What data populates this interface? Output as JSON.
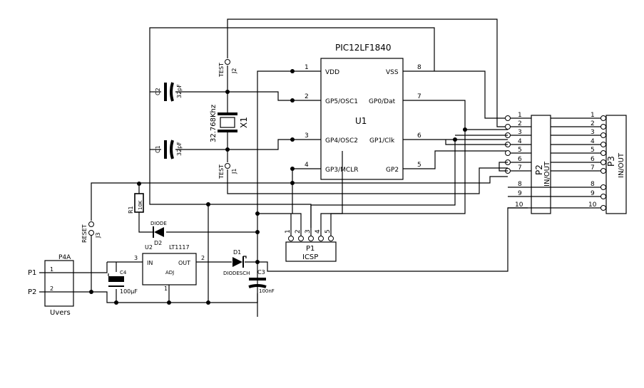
{
  "u1": {
    "name": "PIC12LF1840",
    "ref": "U1",
    "left_pins": [
      {
        "num": "1",
        "label": "VDD"
      },
      {
        "num": "2",
        "label": "GP5/OSC1"
      },
      {
        "num": "3",
        "label": "GP4/OSC2"
      },
      {
        "num": "4",
        "label": "GP3/MCLR"
      }
    ],
    "right_pins": [
      {
        "num": "8",
        "label": "VSS"
      },
      {
        "num": "7",
        "label": "GP0/Dat"
      },
      {
        "num": "6",
        "label": "GP1/Clk"
      },
      {
        "num": "5",
        "label": "GP2"
      }
    ]
  },
  "crystal": {
    "ref": "X1",
    "value": "32.768Khz"
  },
  "c2": {
    "ref": "C2",
    "value": "32pF"
  },
  "c1": {
    "ref": "C1",
    "value": "32pF"
  },
  "j2": {
    "name": "TEST",
    "ref": "J2"
  },
  "j1": {
    "name": "TEST",
    "ref": "J1"
  },
  "j3": {
    "name": "RESET",
    "ref": "J3"
  },
  "r1": {
    "ref": "R1",
    "value": "10K"
  },
  "d2": {
    "name": "DIODE",
    "ref": "D2"
  },
  "d1": {
    "name": "DIODESCH",
    "ref": "D1"
  },
  "u2": {
    "ref": "U2",
    "name": "LT1117",
    "in": "IN",
    "out": "OUT",
    "adj": "ADJ",
    "pin_in": "3",
    "pin_out": "2",
    "pin_adj": "1"
  },
  "c4": {
    "ref": "C4",
    "value": "100µF"
  },
  "c3": {
    "ref": "C3",
    "value": "100nF"
  },
  "p1": {
    "ref": "P1",
    "name": "ICSP",
    "pins": [
      "1",
      "2",
      "3",
      "4",
      "5"
    ]
  },
  "p4": {
    "ref": "P4A",
    "name": "Uvers",
    "pin1": "1",
    "pin2": "2",
    "net1": "P1",
    "net2": "P2"
  },
  "p2": {
    "ref": "P2",
    "name": "IN/OUT",
    "pins": [
      "1",
      "2",
      "3",
      "4",
      "5",
      "6",
      "7",
      "8",
      "9",
      "10"
    ]
  },
  "p3": {
    "ref": "P3",
    "name": "IN/OUT",
    "pins": [
      "1",
      "2",
      "3",
      "4",
      "5",
      "6",
      "7",
      "8",
      "9",
      "10"
    ]
  }
}
